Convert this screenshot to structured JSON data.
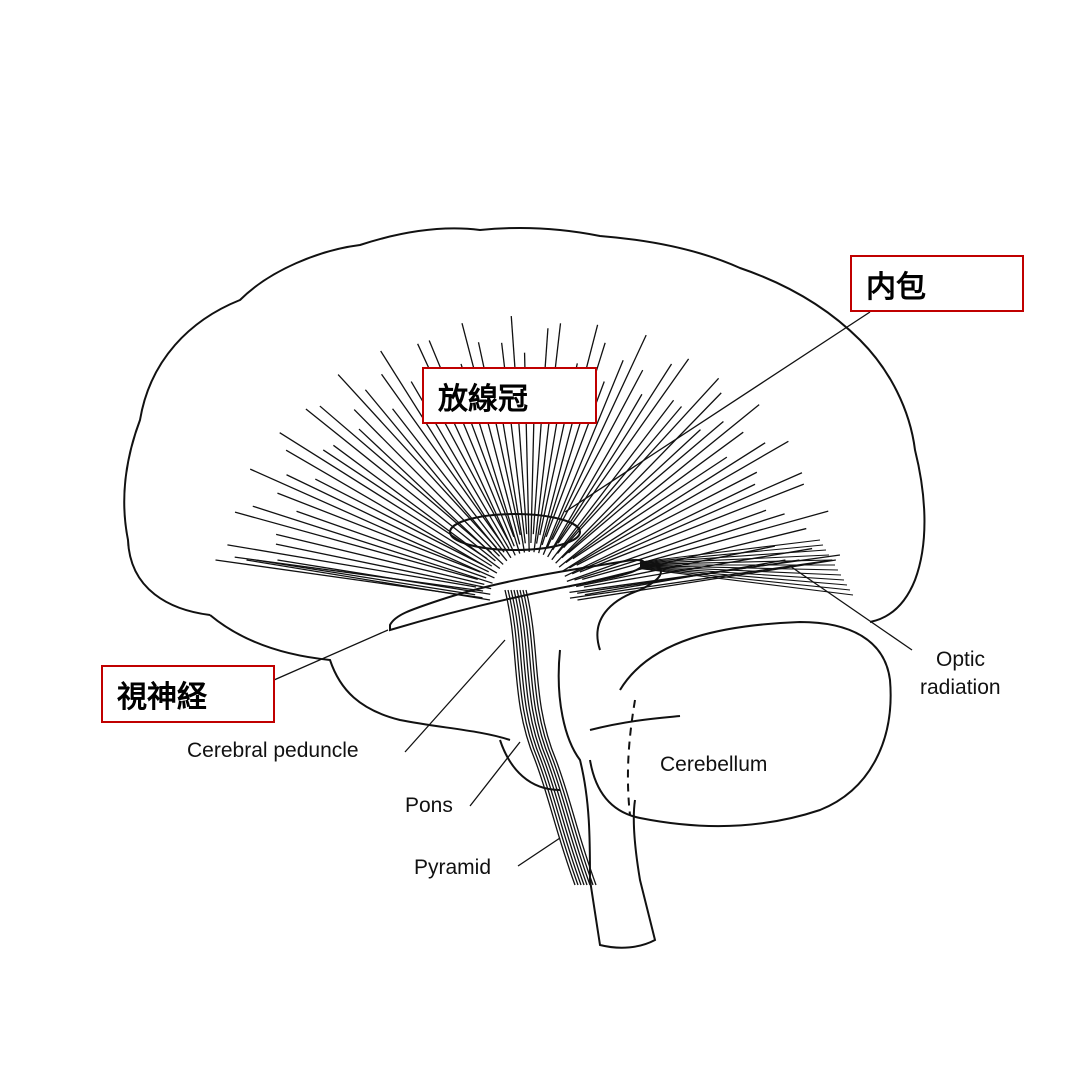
{
  "labels_jp": {
    "internal_capsule": "内包",
    "corona_radiata": "放線冠",
    "optic_nerve": "視神経"
  },
  "labels_en": {
    "optic": "Optic",
    "radiation": "radiation",
    "cerebral_peduncle": "Cerebral peduncle",
    "pons": "Pons",
    "cerebellum": "Cerebellum",
    "pyramid": "Pyramid"
  },
  "colors": {
    "box_border": "#c00000",
    "line": "#111111"
  }
}
